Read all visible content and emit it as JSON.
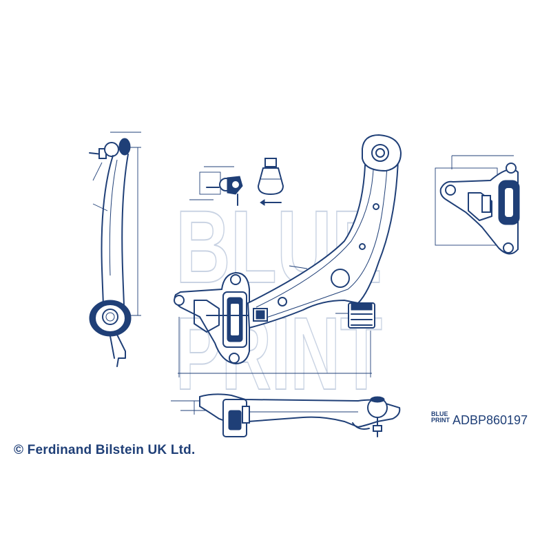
{
  "watermark": {
    "line1": "BLUE",
    "line2": "PRINT"
  },
  "brand_logo": {
    "line1": "BLUE",
    "line2": "PRINT"
  },
  "part_number": "ADBP860197",
  "copyright": "© Ferdinand Bilstein UK Ltd.",
  "colors": {
    "line": "#1f3f77",
    "watermark": "#c9d3e3",
    "background": "#ffffff"
  }
}
